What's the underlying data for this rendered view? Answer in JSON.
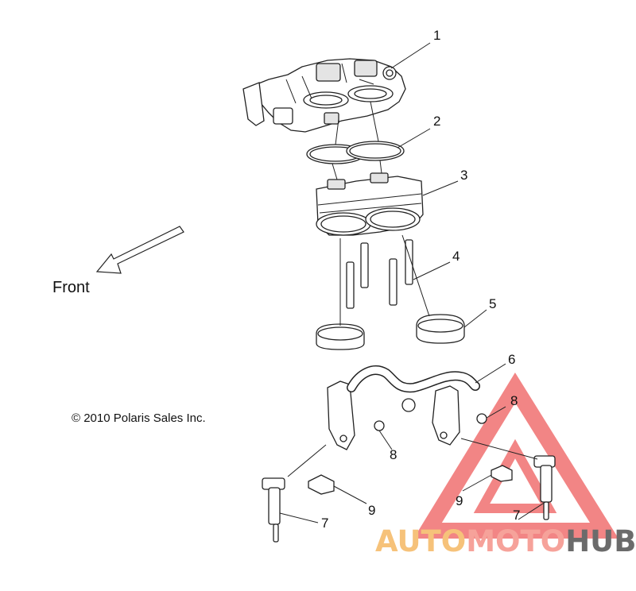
{
  "labels": {
    "1": "1",
    "2": "2",
    "3": "3",
    "4": "4",
    "5": "5",
    "6": "6",
    "7a": "7",
    "7b": "7",
    "8a": "8",
    "8b": "8",
    "9a": "9",
    "9b": "9"
  },
  "front_label": "Front",
  "copyright": "© 2010 Polaris Sales Inc.",
  "watermark": {
    "part1": "AUTO",
    "part2": "MOTO",
    "part3": "HUB",
    "colors": {
      "auto": "#f6c27a",
      "moto": "#f6a29a",
      "hub": "#6b6b6b",
      "triangle": "#f07070"
    }
  },
  "icons": [
    "front-direction-arrow-icon",
    "watermark-triangle-icon"
  ]
}
